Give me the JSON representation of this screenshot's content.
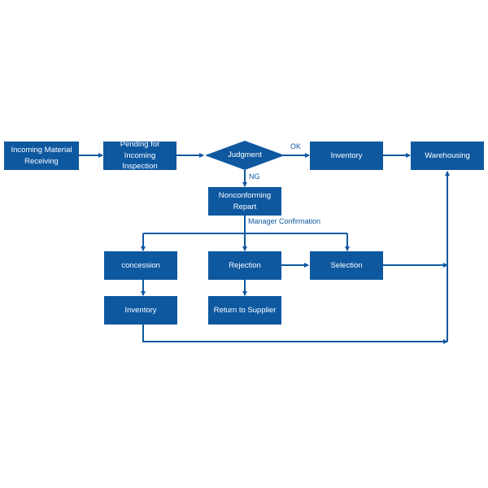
{
  "colors": {
    "node_fill": "#0e58a0",
    "line": "#0e58a0",
    "text_on_node": "#ffffff",
    "label": "#0e58a0"
  },
  "nodes": {
    "incoming": "Incoming Material\nReceiving",
    "pending": "Pending for\nIncoming Inspection",
    "judgment": "Judgment",
    "inventory_top": "Inventory",
    "warehousing": "Warehousing",
    "nonconforming": "Nonconforming\nRepart",
    "concession": "concession",
    "rejection": "Rejection",
    "selection": "Selection",
    "inventory_bottom": "Inventory",
    "return_supplier": "Return to Supplier"
  },
  "edge_labels": {
    "ok": "OK",
    "ng": "NG",
    "manager": "Manager Confirmation"
  }
}
